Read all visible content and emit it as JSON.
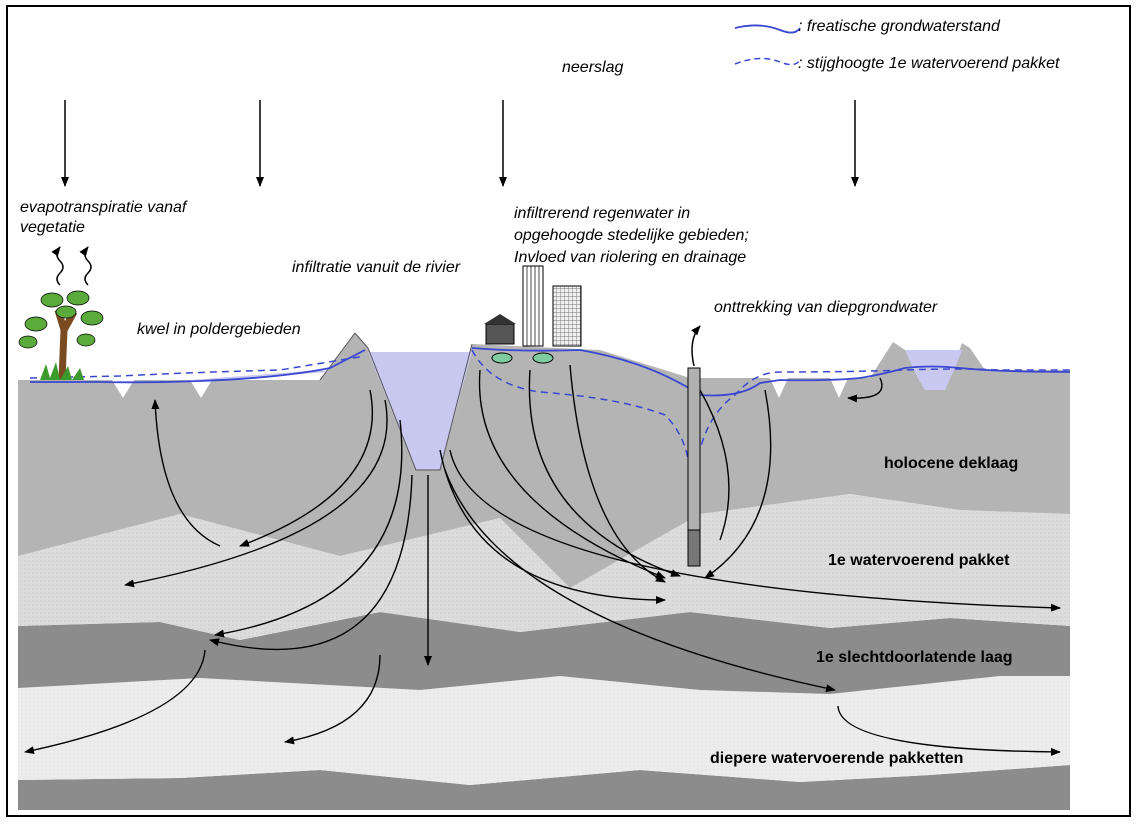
{
  "legend": {
    "solid_label": ": freatische grondwaterstand",
    "dashed_label": ": stijghoogte 1e watervoerend pakket"
  },
  "labels": {
    "neerslag": "neerslag",
    "evapotranspiratie_1": "evapotranspiratie vanaf",
    "evapotranspiratie_2": "vegetatie",
    "infiltratie_rivier": "infiltratie vanuit de rivier",
    "kwel": "kwel in poldergebieden",
    "infiltrerend_1": "infiltrerend regenwater in",
    "infiltrerend_2": "opgehoogde stedelijke gebieden;",
    "infiltrerend_3": "Invloed van riolering en drainage",
    "onttrekking": "onttrekking van diepgrondwater"
  },
  "layers": {
    "holocene": "holocene deklaag",
    "watervoerend1": "1e watervoerend pakket",
    "slechtdoorlatend": "1e slechtdoorlatende laag",
    "diepere": "diepere watervoerende pakketten"
  },
  "colors": {
    "water": "#c8c8f0",
    "groundwater_line": "#3a47d0",
    "holocene": "#b4b4b4",
    "aquifer": "#dcdcdc",
    "aquitard": "#8c8c8c",
    "deep_aquifer": "#ececec",
    "base": "#8c8c8c",
    "tree_leaf": "#5aaa3c",
    "tree_trunk": "#7a4a20"
  },
  "icons": [
    "tree-icon",
    "evaporation-icon",
    "building-icon",
    "well-icon",
    "drain-icon"
  ]
}
